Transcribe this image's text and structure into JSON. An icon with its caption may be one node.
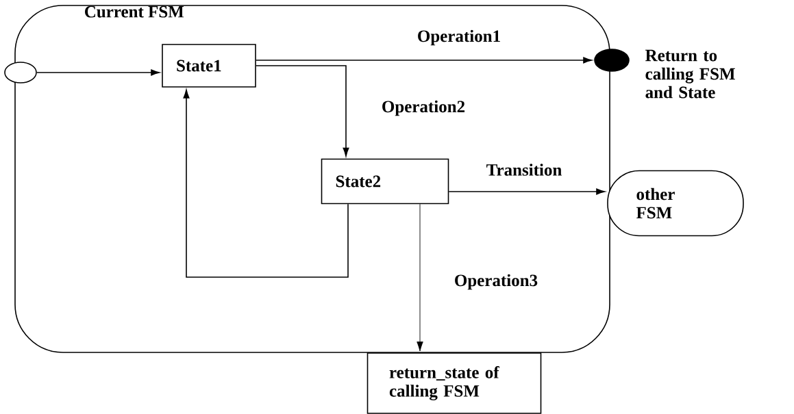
{
  "diagram": {
    "nodes": [
      {
        "text": [
          "Current FSM"
        ]
      },
      {
        "text": [],
        "shape": "ellipse"
      },
      {
        "text": [
          "State1"
        ],
        "in": 0
      },
      {
        "text": [
          "State2"
        ],
        "in": 0
      },
      {
        "text": [],
        "shape": "ellipse",
        "beside": [
          "Return to calling FSM and State"
        ]
      },
      {
        "text": [
          "other FSM"
        ]
      },
      {
        "text": [
          "return_state of calling FSM"
        ]
      }
    ],
    "edges": [
      {
        "from": 1,
        "to": 2,
        "arrow": "to"
      },
      {
        "from": 2,
        "to": 4,
        "arrow": "to",
        "label": "Operation1"
      },
      {
        "from": 2,
        "to": 3,
        "arrow": "to",
        "label": "Operation2"
      },
      {
        "from": 3,
        "to": 2,
        "arrow": "to"
      },
      {
        "from": 3,
        "to": 5,
        "arrow": "to",
        "label": "Transition"
      },
      {
        "from": 3,
        "to": 6,
        "arrow": "to",
        "label": "Operation3"
      }
    ]
  }
}
